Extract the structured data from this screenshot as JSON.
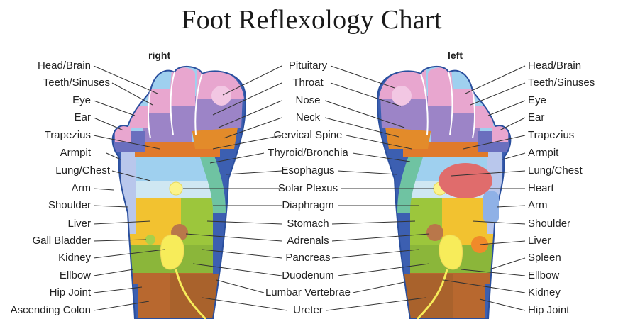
{
  "title": "Foot Reflexology Chart",
  "right_foot": {
    "heading": "right",
    "labels": [
      "Head/Brain",
      "Teeth/Sinuses",
      "Eye",
      "Ear",
      "Trapezius",
      "Armpit",
      "Lung/Chest",
      "Arm",
      "Shoulder",
      "Liver",
      "Gall Bladder",
      "Kidney",
      "Ellbow",
      "Hip Joint",
      "Ascending Colon"
    ]
  },
  "center_labels": [
    "Pituitary",
    "Throat",
    "Nose",
    "Neck",
    "Cervical Spine",
    "Thyroid/Bronchia",
    "Esophagus",
    "Solar Plexus",
    "Diaphragm",
    "Stomach",
    "Adrenals",
    "Pancreas",
    "Duodenum",
    "Lumbar Vertebrae",
    "Ureter"
  ],
  "left_foot": {
    "heading": "left",
    "labels": [
      "Head/Brain",
      "Teeth/Sinuses",
      "Eye",
      "Ear",
      "Trapezius",
      "Armpit",
      "Lung/Chest",
      "Heart",
      "Arm",
      "Shoulder",
      "Liver",
      "Spleen",
      "Ellbow",
      "Kidney",
      "Hip Joint"
    ]
  },
  "colors": {
    "head_pink": "#e8a6cf",
    "pituitary": "#f2c7e3",
    "teeth_purple": "#9c84c7",
    "ear_blue": "#6a6fbe",
    "neck_orange": "#e38b2a",
    "trapezius": "#e07a2b",
    "lung_blue": "#9fd0ef",
    "thyroid_green": "#6fc3a2",
    "diaphragm": "#cfe7f2",
    "liver_yellow": "#f2c230",
    "stomach_green": "#9cc63c",
    "kidney_yellow": "#f7ec5a",
    "adrenal": "#b9774a",
    "lower_brown": "#b8682f",
    "outer_blue": "#3c5fb1",
    "heart_red": "#e06c6c",
    "spleen_orange": "#f08a2a",
    "solar_plexus": "#fbf38a"
  }
}
